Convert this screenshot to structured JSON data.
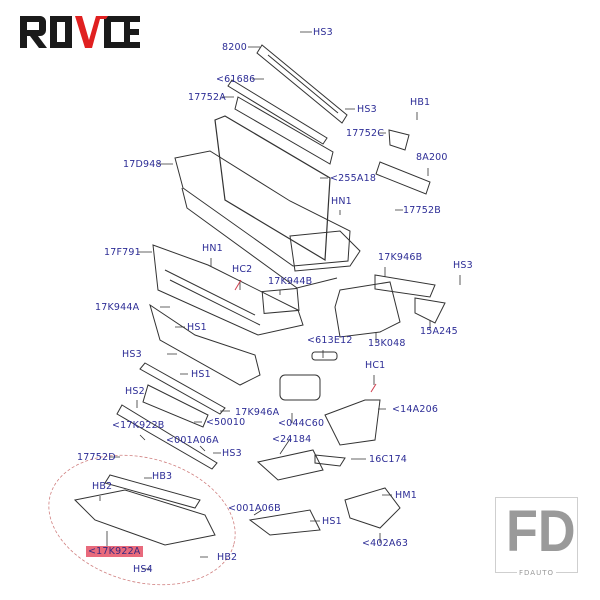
{
  "logo": {
    "brand": "ROVCE"
  },
  "watermark": {
    "mark": "FD",
    "name": "FDAUTO"
  },
  "colors": {
    "label": "#2d2d96",
    "highlight": "#e86a7c",
    "logo_red": "#e02020",
    "logo_black": "#1a1a1a"
  },
  "labels": [
    "8200",
    "HS3",
    "<61686",
    "17752A",
    "HS3",
    "HB1",
    "17752C",
    "8A200",
    "17D948",
    "<255A18",
    "HN1",
    "17752B",
    "17F791",
    "HN1",
    "HC2",
    "17K946B",
    "HS3",
    "17K944B",
    "17K944A",
    "HS1",
    "15A245",
    "13K048",
    "<613E12",
    "HS3",
    "HS1",
    "HC1",
    "HS2",
    "<14A206",
    "17K946A",
    "<50010",
    "<17K922B",
    "<044C60",
    "<001A06A",
    "<24184",
    "HS3",
    "16C174",
    "17752D",
    "HB3",
    "HB2",
    "HM1",
    "<001A06B",
    "HS1",
    "<17K922A",
    "HB2",
    "HS4",
    "<402A63"
  ]
}
